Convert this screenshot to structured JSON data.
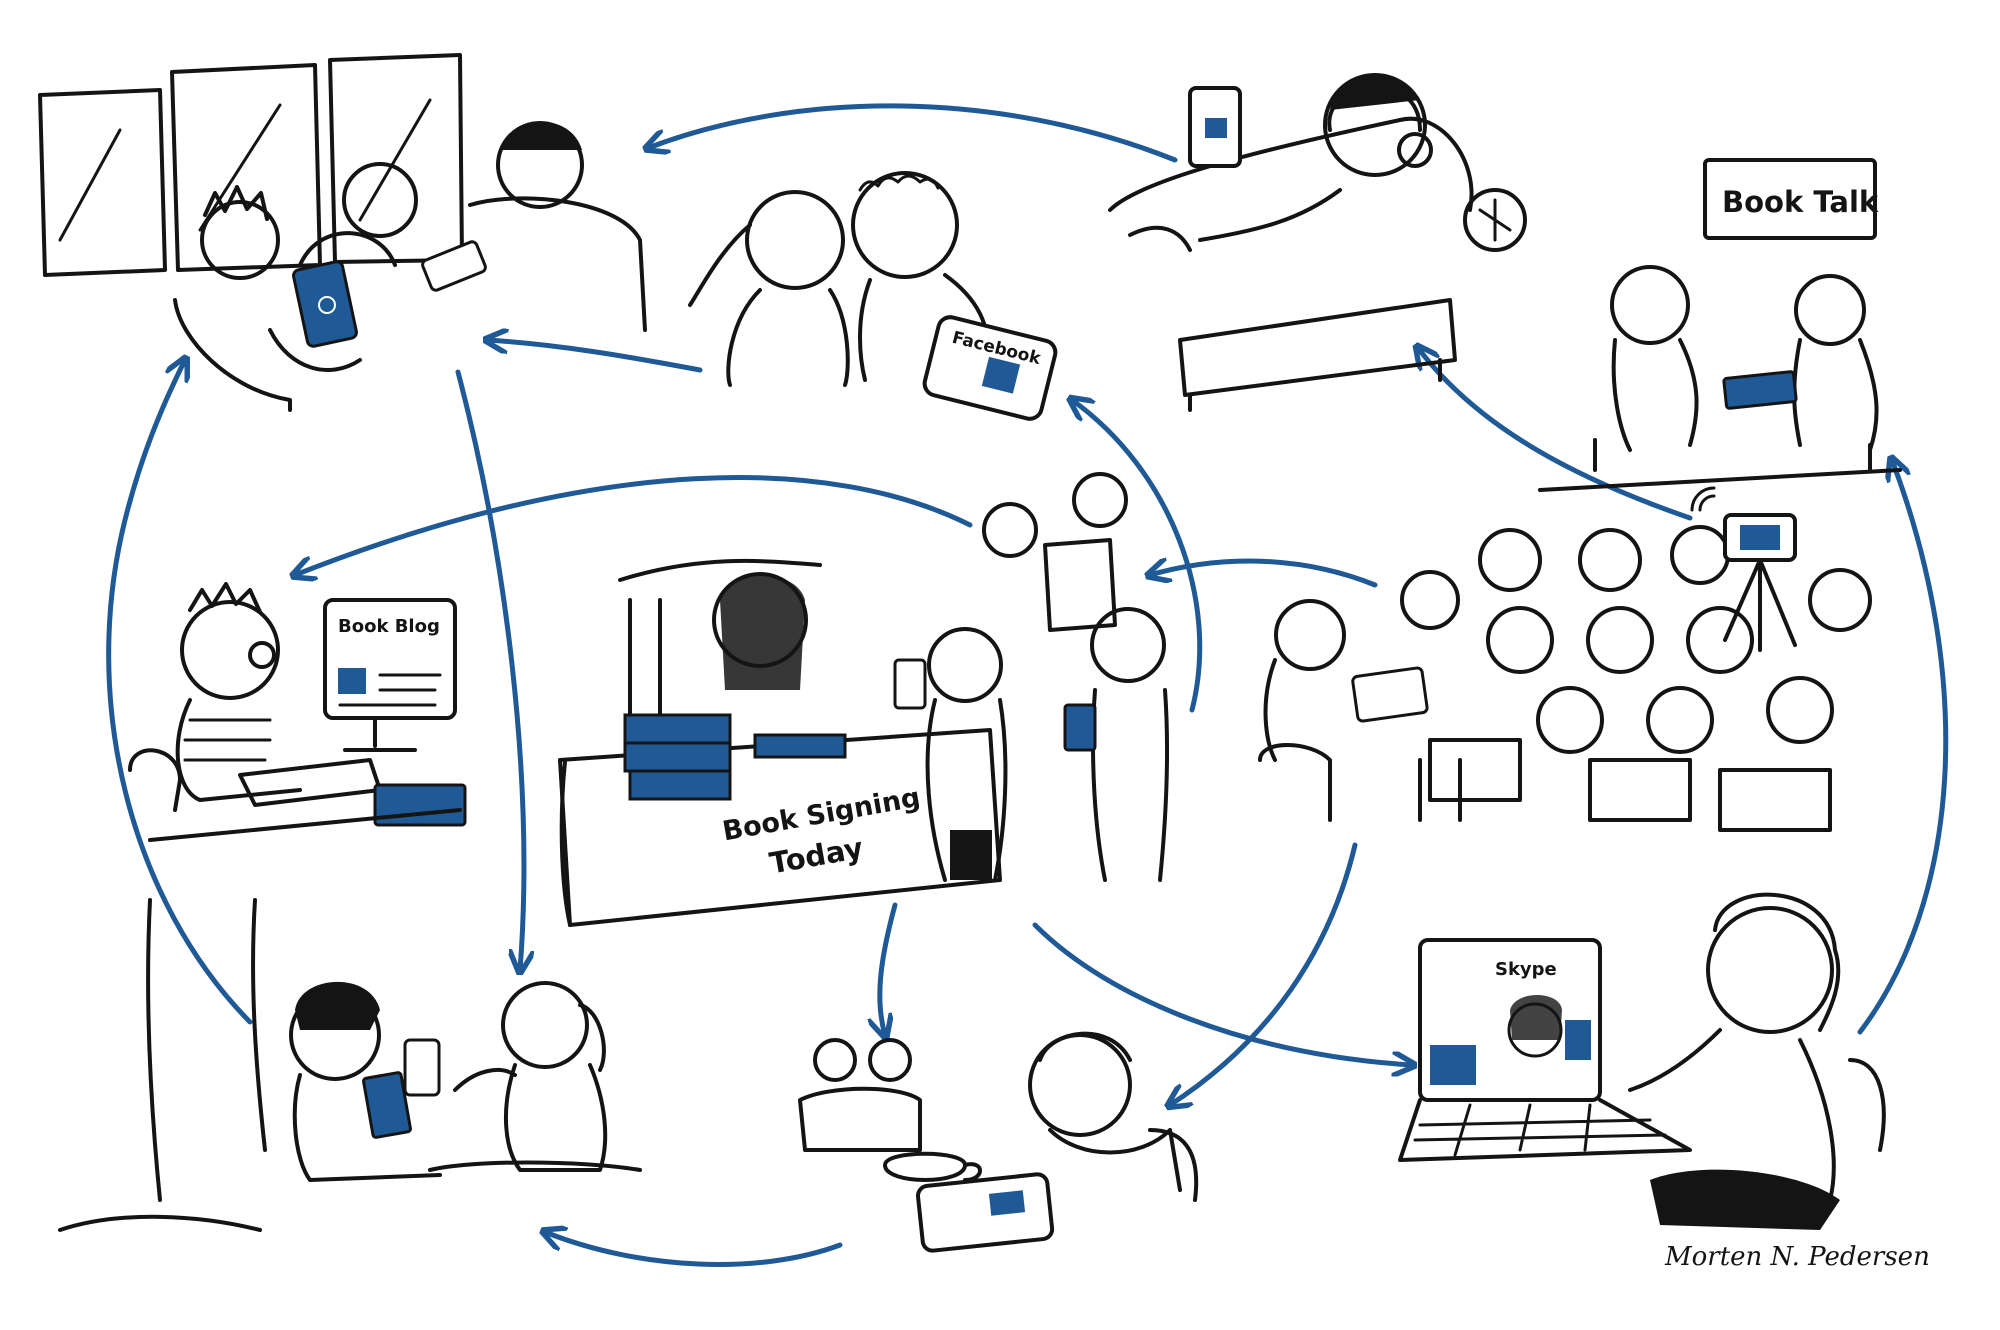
{
  "colors": {
    "ink": "#141414",
    "accent": "#1f5a96",
    "paper": "#ffffff"
  },
  "labels": {
    "book_talk": "Book Talk",
    "facebook": "Facebook",
    "book_blog": "Book Blog",
    "signing_line1": "Book Signing",
    "signing_line2": "Today",
    "skype": "Skype",
    "signature": "Morten N. Pedersen"
  },
  "icons": {
    "arrow": "flow-arrow-icon",
    "book": "book-icon",
    "tablet": "tablet-icon",
    "phone": "phone-icon",
    "headphones": "headphones-icon",
    "wifi": "wifi-icon"
  }
}
